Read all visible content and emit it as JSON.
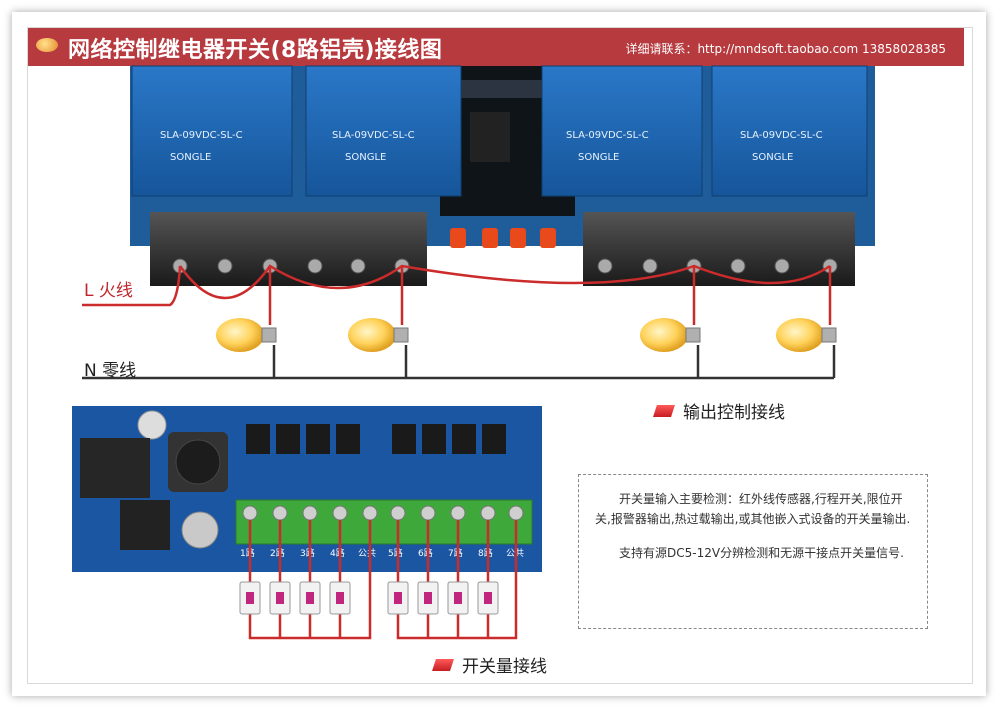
{
  "header": {
    "title": "网络控制继电器开关(8路铝壳)接线图",
    "contact": "详细请联系：http://mndsoft.taobao.com  13858028385"
  },
  "wiring": {
    "live_label": "L 火线",
    "neutral_label": "N 零线"
  },
  "relays": [
    {
      "model": "SLA-09VDC-SL-C",
      "brand": "SONGLE"
    },
    {
      "model": "SLA-09VDC-SL-C",
      "brand": "SONGLE"
    },
    {
      "model": "SLA-09VDC-SL-C",
      "brand": "SONGLE"
    },
    {
      "model": "SLA-09VDC-SL-C",
      "brand": "SONGLE"
    }
  ],
  "output_section": {
    "label": "输出控制接线"
  },
  "input_section": {
    "label": "开关量接线",
    "channel_labels": [
      "1路",
      "2路",
      "3路",
      "4路",
      "公共",
      "5路",
      "6路",
      "7路",
      "8路",
      "公共"
    ]
  },
  "notes": {
    "paragraph1": "开关量输入主要检测：红外线传感器,行程开关,限位开关,报警器输出,热过载输出,或其他嵌入式设备的开关量输出.",
    "paragraph2": "支持有源DC5-12V分辨检测和无源干接点开关量信号."
  },
  "colors": {
    "header_bg": "#b73a3f",
    "board_blue": "#1c5fa6",
    "wire_red": "#cc2b2b",
    "terminal_green": "#3ea83a"
  }
}
